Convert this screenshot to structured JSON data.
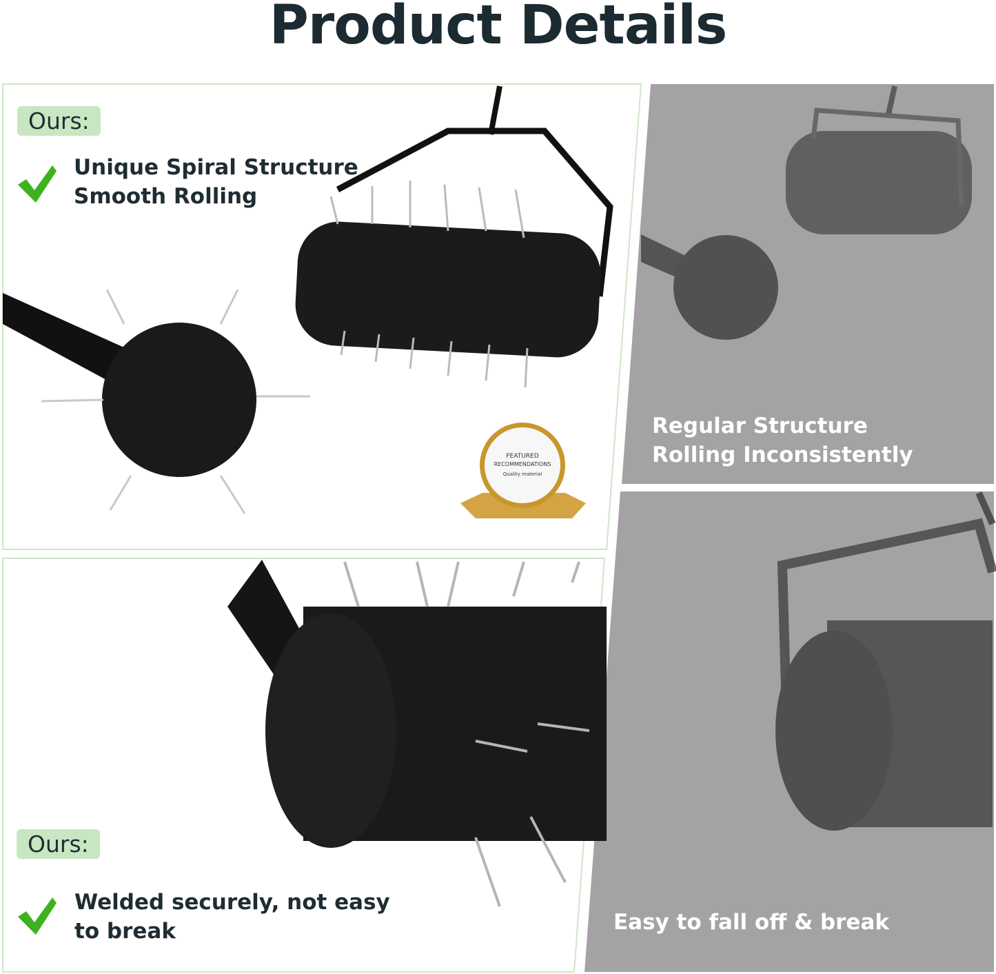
{
  "title": "Product Details",
  "ours_panel_top": {
    "tag": "Ours:",
    "line1": "Unique Spiral Structure",
    "line2": "Smooth Rolling",
    "check_icon": "green-checkmark"
  },
  "badge": {
    "line1": "FEATURED",
    "line2": "RECOMMENDATIONS",
    "line3": "Quality material"
  },
  "other_panel_top": {
    "line1": "Regular Structure",
    "line2": "Rolling Inconsistently"
  },
  "ours_panel_bottom": {
    "tag": "Ours:",
    "line1": "Welded securely, not easy",
    "line2": "to break",
    "check_icon": "green-checkmark"
  },
  "other_panel_bottom": {
    "line1": "Easy to fall off & break"
  },
  "colors": {
    "accent_green": "#3db21e",
    "tag_bg": "#c9e6c3",
    "border_green": "#cfe6c9",
    "gray_panel": "#a3a3a3",
    "title": "#1c2a31"
  }
}
